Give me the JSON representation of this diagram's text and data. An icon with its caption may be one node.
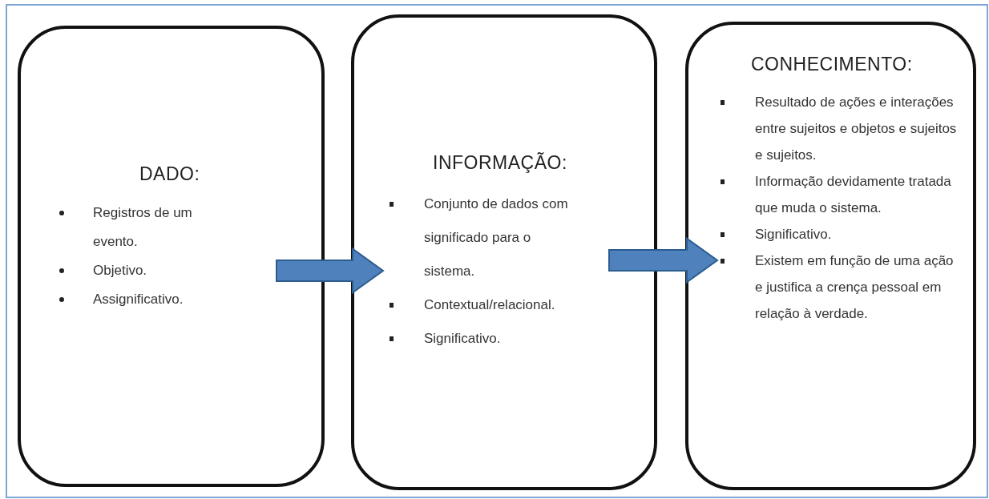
{
  "diagram": {
    "nodes": [
      {
        "text": [
          "DADO:",
          "Registros de um evento.",
          "Objetivo.",
          "Assignificativo."
        ]
      },
      {
        "text": [
          "INFORMAÇÃO:",
          "Conjunto de dados com significado para o sistema.",
          "Contextual/relacional.",
          "Significativo."
        ]
      },
      {
        "text": [
          "CONHECIMENTO:",
          "Resultado de ações e interações entre sujeitos e objetos e sujeitos e sujeitos.",
          "Informação devidamente tratada que muda o sistema.",
          "Significativo.",
          "Existem em função de uma ação e justifica a crença pessoal em relação à verdade."
        ]
      }
    ],
    "edges": [
      {
        "from": 0,
        "to": 1,
        "arrow": "to",
        "style": "thick"
      },
      {
        "from": 1,
        "to": 2,
        "arrow": "to",
        "style": "thick"
      }
    ]
  }
}
